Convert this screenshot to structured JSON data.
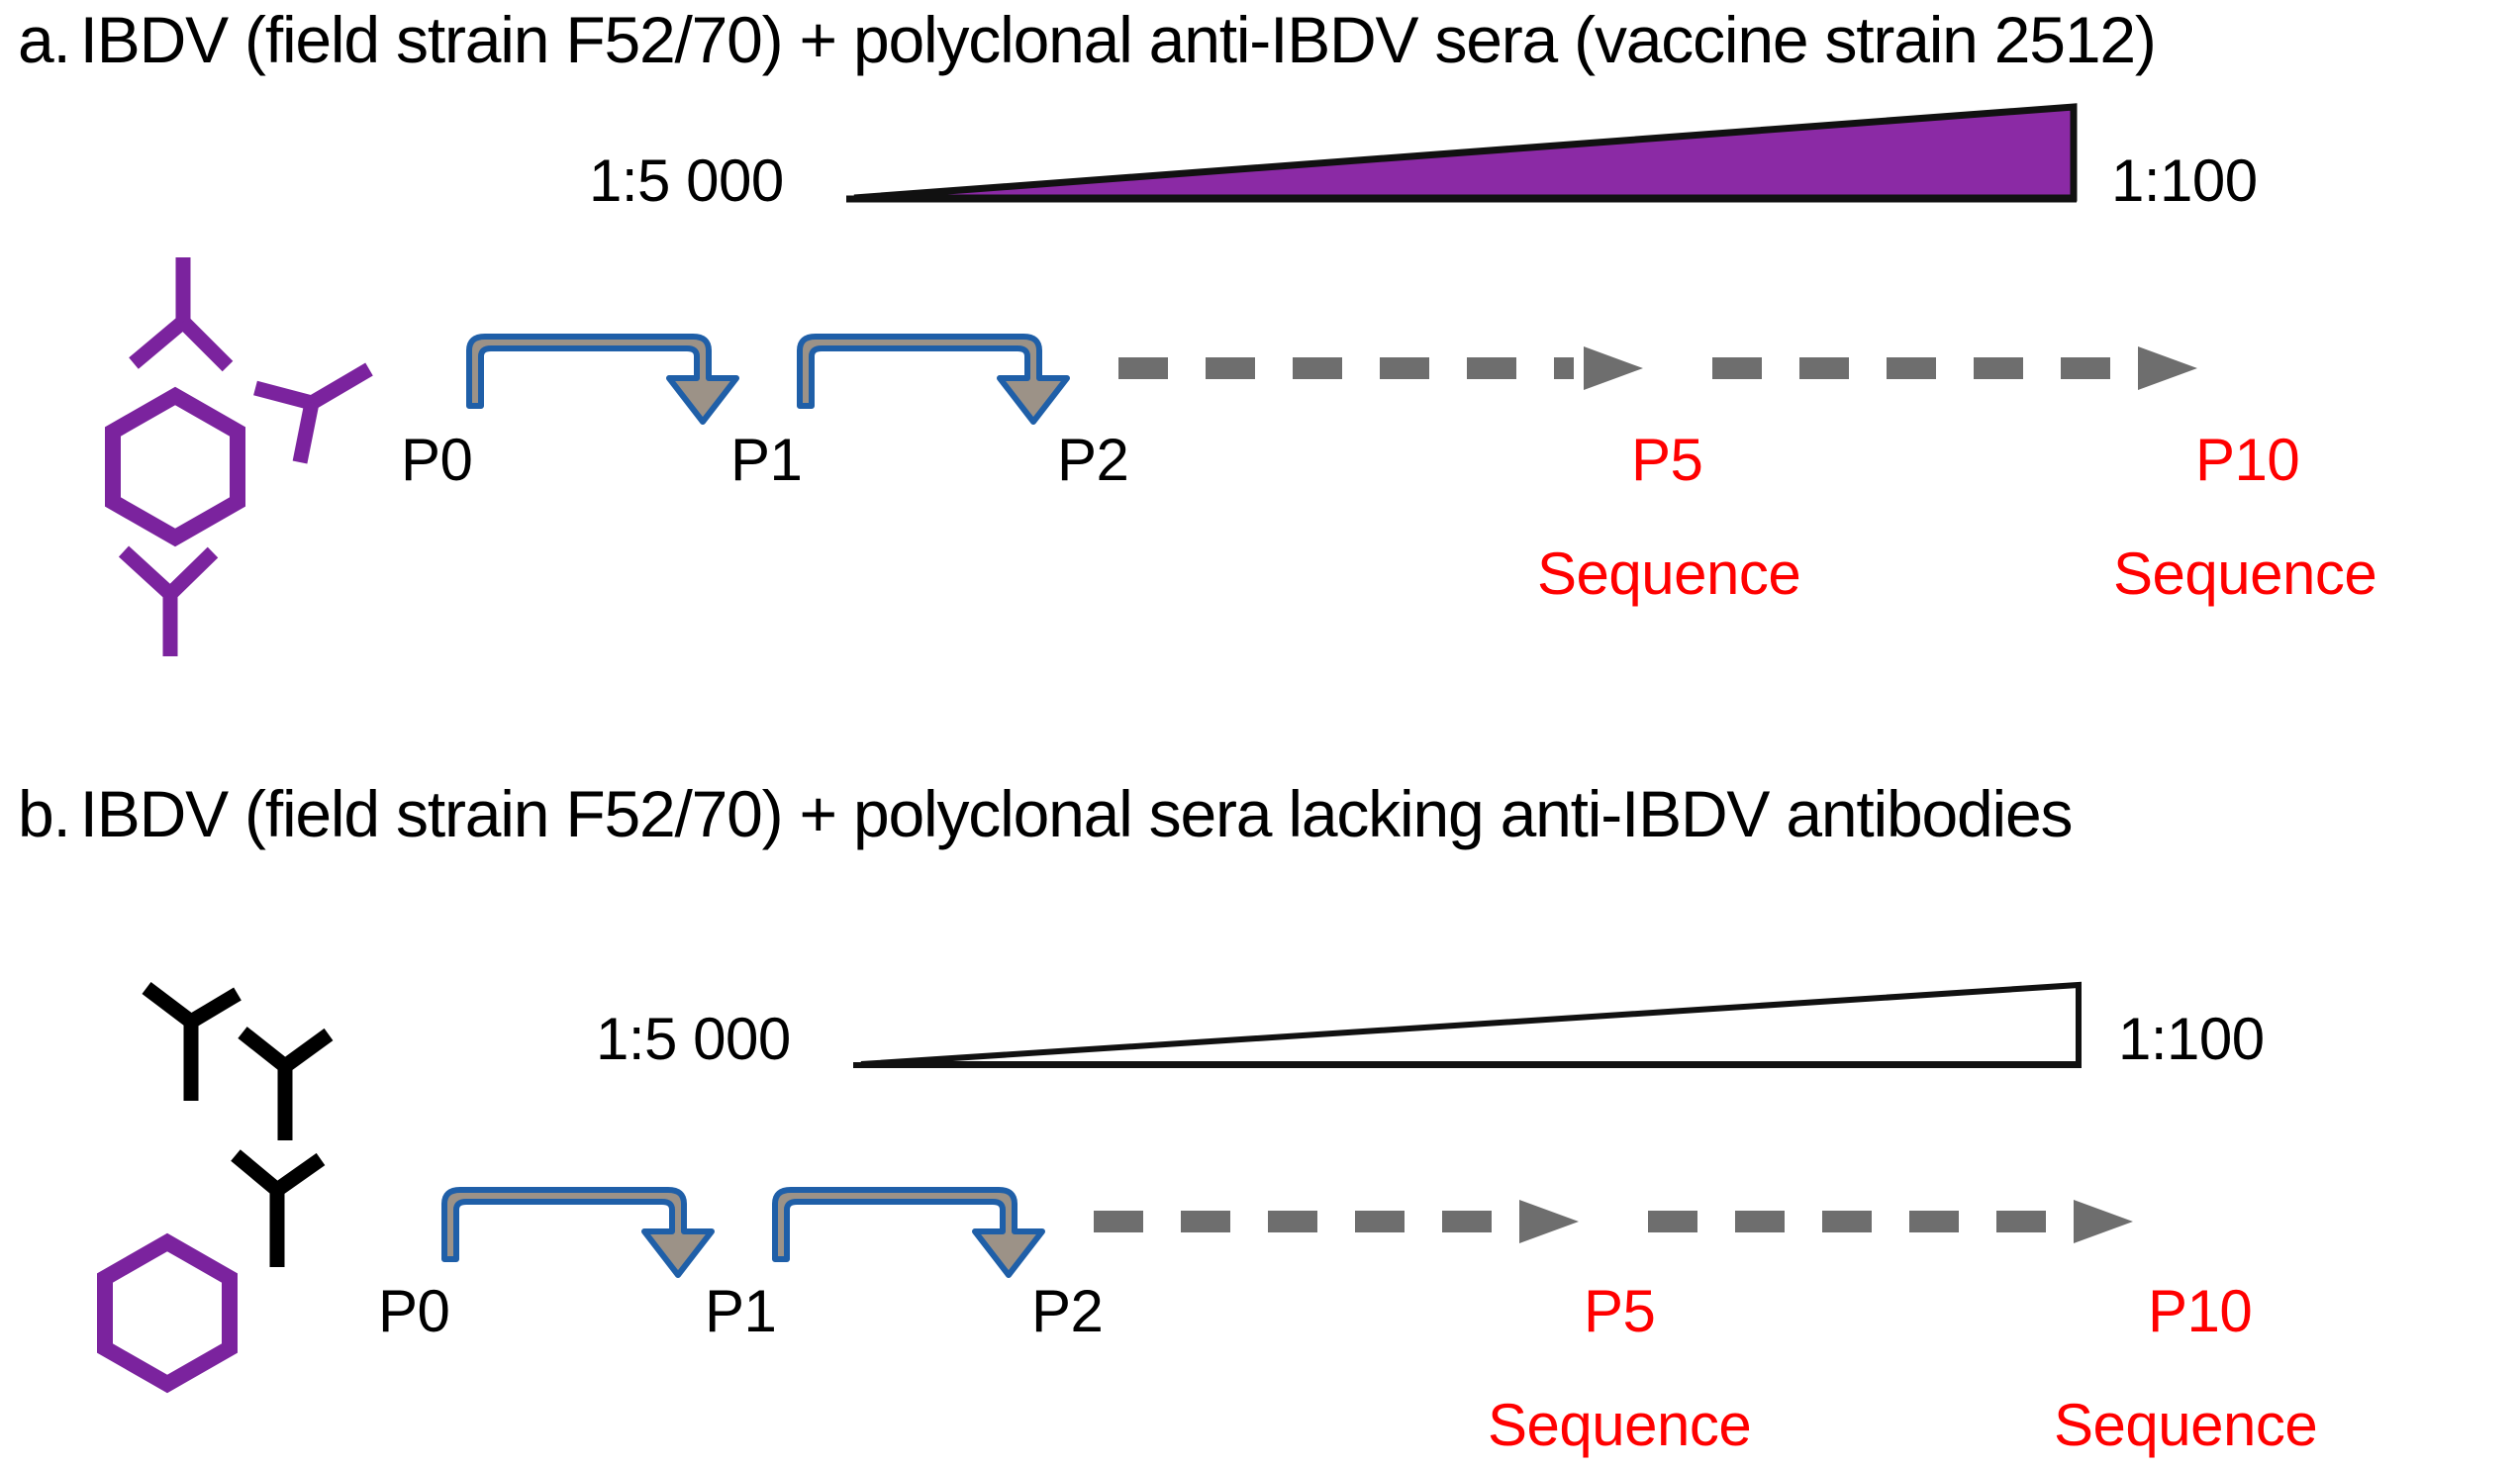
{
  "figure": {
    "background_color": "#ffffff",
    "accent_purple_fill": "#8B2AA5",
    "accent_purple_stroke": "#7B239E",
    "arrow_fill": "#9C9287",
    "arrow_stroke": "#1F5FA8",
    "dashed_arrow_color": "#6E6E6E",
    "highlight_red": "#FF0000"
  },
  "panels": [
    {
      "id": "a",
      "marker": "a.",
      "title": "IBDV (field strain F52/70) + polyclonal anti-IBDV sera (vaccine strain 2512)",
      "gradient": {
        "left_label": "1:5 000",
        "right_label": "1:100",
        "filled": true,
        "fill_color": "#8B2AA5"
      },
      "icons": {
        "virus_shape": "hexagon-icon",
        "virus_color": "#7B239E",
        "antibody_count": 3,
        "antibody_color": "#7B239E",
        "description": "purple hexagon virus surrounded by purple antibodies"
      },
      "passages": [
        {
          "label": "P0",
          "highlight": false,
          "note": ""
        },
        {
          "label": "P1",
          "highlight": false,
          "note": ""
        },
        {
          "label": "P2",
          "highlight": false,
          "note": ""
        },
        {
          "label": "P5",
          "highlight": true,
          "note": "Sequence"
        },
        {
          "label": "P10",
          "highlight": true,
          "note": "Sequence"
        }
      ]
    },
    {
      "id": "b",
      "marker": "b.",
      "title": "IBDV (field strain F52/70) + polyclonal sera lacking anti-IBDV antibodies",
      "gradient": {
        "left_label": "1:5 000",
        "right_label": "1:100",
        "filled": false,
        "fill_color": "#ffffff"
      },
      "icons": {
        "virus_shape": "hexagon-icon",
        "virus_color": "#7B239E",
        "antibody_count": 3,
        "antibody_color": "#000000",
        "description": "purple hexagon virus with black non-specific antibodies"
      },
      "passages": [
        {
          "label": "P0",
          "highlight": false,
          "note": ""
        },
        {
          "label": "P1",
          "highlight": false,
          "note": ""
        },
        {
          "label": "P2",
          "highlight": false,
          "note": ""
        },
        {
          "label": "P5",
          "highlight": true,
          "note": "Sequence"
        },
        {
          "label": "P10",
          "highlight": true,
          "note": "Sequence"
        }
      ]
    }
  ]
}
